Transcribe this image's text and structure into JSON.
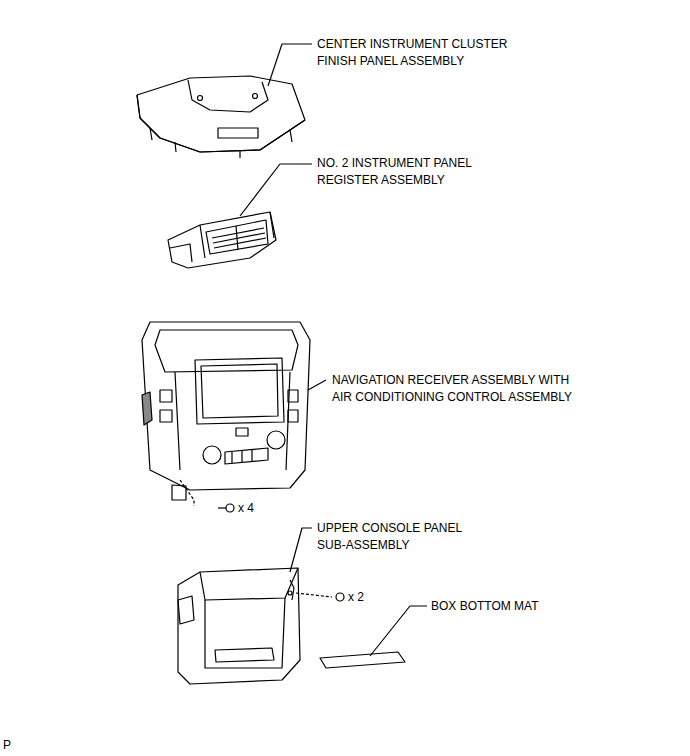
{
  "diagram": {
    "labels": [
      "CENTER INSTRUMENT CLUSTER FINISH PANEL ASSEMBLY",
      "NO. 2 INSTRUMENT PANEL REGISTER ASSEMBLY",
      "NAVIGATION RECEIVER ASSEMBLY WITH AIR CONDITIONING CONTROL ASSEMBLY",
      "x 4",
      "UPPER CONSOLE PANEL SUB-ASSEMBLY",
      "x 2",
      "BOX BOTTOM MAT",
      "P"
    ]
  }
}
